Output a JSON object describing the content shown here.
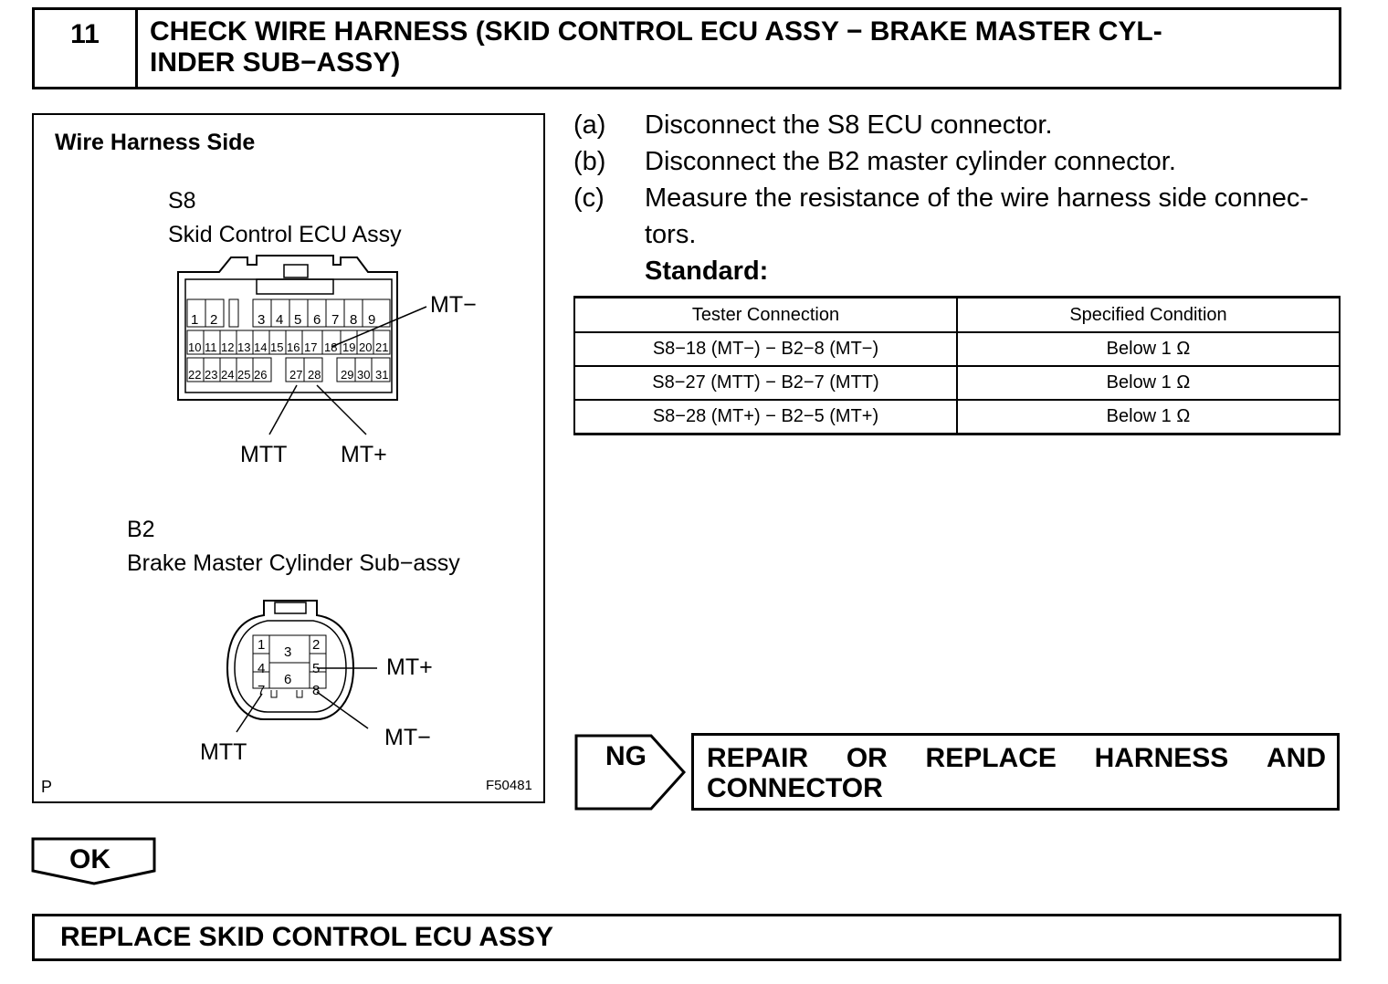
{
  "header": {
    "step_number": "11",
    "title_line1": "CHECK WIRE HARNESS (SKID CONTROL ECU ASSY − BRAKE MASTER CYL-",
    "title_line2": "INDER SUB−ASSY)"
  },
  "figure": {
    "title": "Wire Harness Side",
    "s8": {
      "code": "S8",
      "name": "Skid Control ECU Assy",
      "pins_row1": [
        "1",
        "2",
        "3",
        "4",
        "5",
        "6",
        "7",
        "8",
        "9"
      ],
      "pins_row2": [
        "10",
        "11",
        "12",
        "13",
        "14",
        "15",
        "16",
        "17",
        "18",
        "19",
        "20",
        "21"
      ],
      "pins_row3": [
        "22",
        "23",
        "24",
        "25",
        "26",
        "27",
        "28",
        "29",
        "30",
        "31"
      ],
      "label_mt_minus": "MT−",
      "label_mtt": "MTT",
      "label_mt_plus": "MT+"
    },
    "b2": {
      "code": "B2",
      "name": "Brake Master Cylinder Sub−assy",
      "pins": [
        "1",
        "3",
        "2",
        "4",
        "6",
        "5",
        "7",
        "8"
      ],
      "label_mt_plus": "MT+",
      "label_mt_minus": "MT−",
      "label_mtt": "MTT"
    },
    "corner_left": "P",
    "figure_id": "F50481"
  },
  "steps": [
    {
      "marker": "(a)",
      "text": "Disconnect the S8 ECU connector."
    },
    {
      "marker": "(b)",
      "text": "Disconnect the B2 master cylinder connector."
    },
    {
      "marker": "(c)",
      "text": "Measure the resistance of the wire harness side connec-",
      "text2": "tors."
    }
  ],
  "standard_label": "Standard:",
  "table": {
    "headers": [
      "Tester Connection",
      "Specified Condition"
    ],
    "rows": [
      [
        "S8−18 (MT−) − B2−8 (MT−)",
        "Below 1 Ω"
      ],
      [
        "S8−27 (MTT) − B2−7 (MTT)",
        "Below 1 Ω"
      ],
      [
        "S8−28 (MT+) − B2−5 (MT+)",
        "Below 1 Ω"
      ]
    ]
  },
  "ng": {
    "label": "NG",
    "action_words": [
      "REPAIR",
      "OR",
      "REPLACE",
      "HARNESS",
      "AND"
    ],
    "action_line2": "CONNECTOR"
  },
  "ok": {
    "label": "OK",
    "action": "REPLACE SKID CONTROL ECU ASSY"
  }
}
